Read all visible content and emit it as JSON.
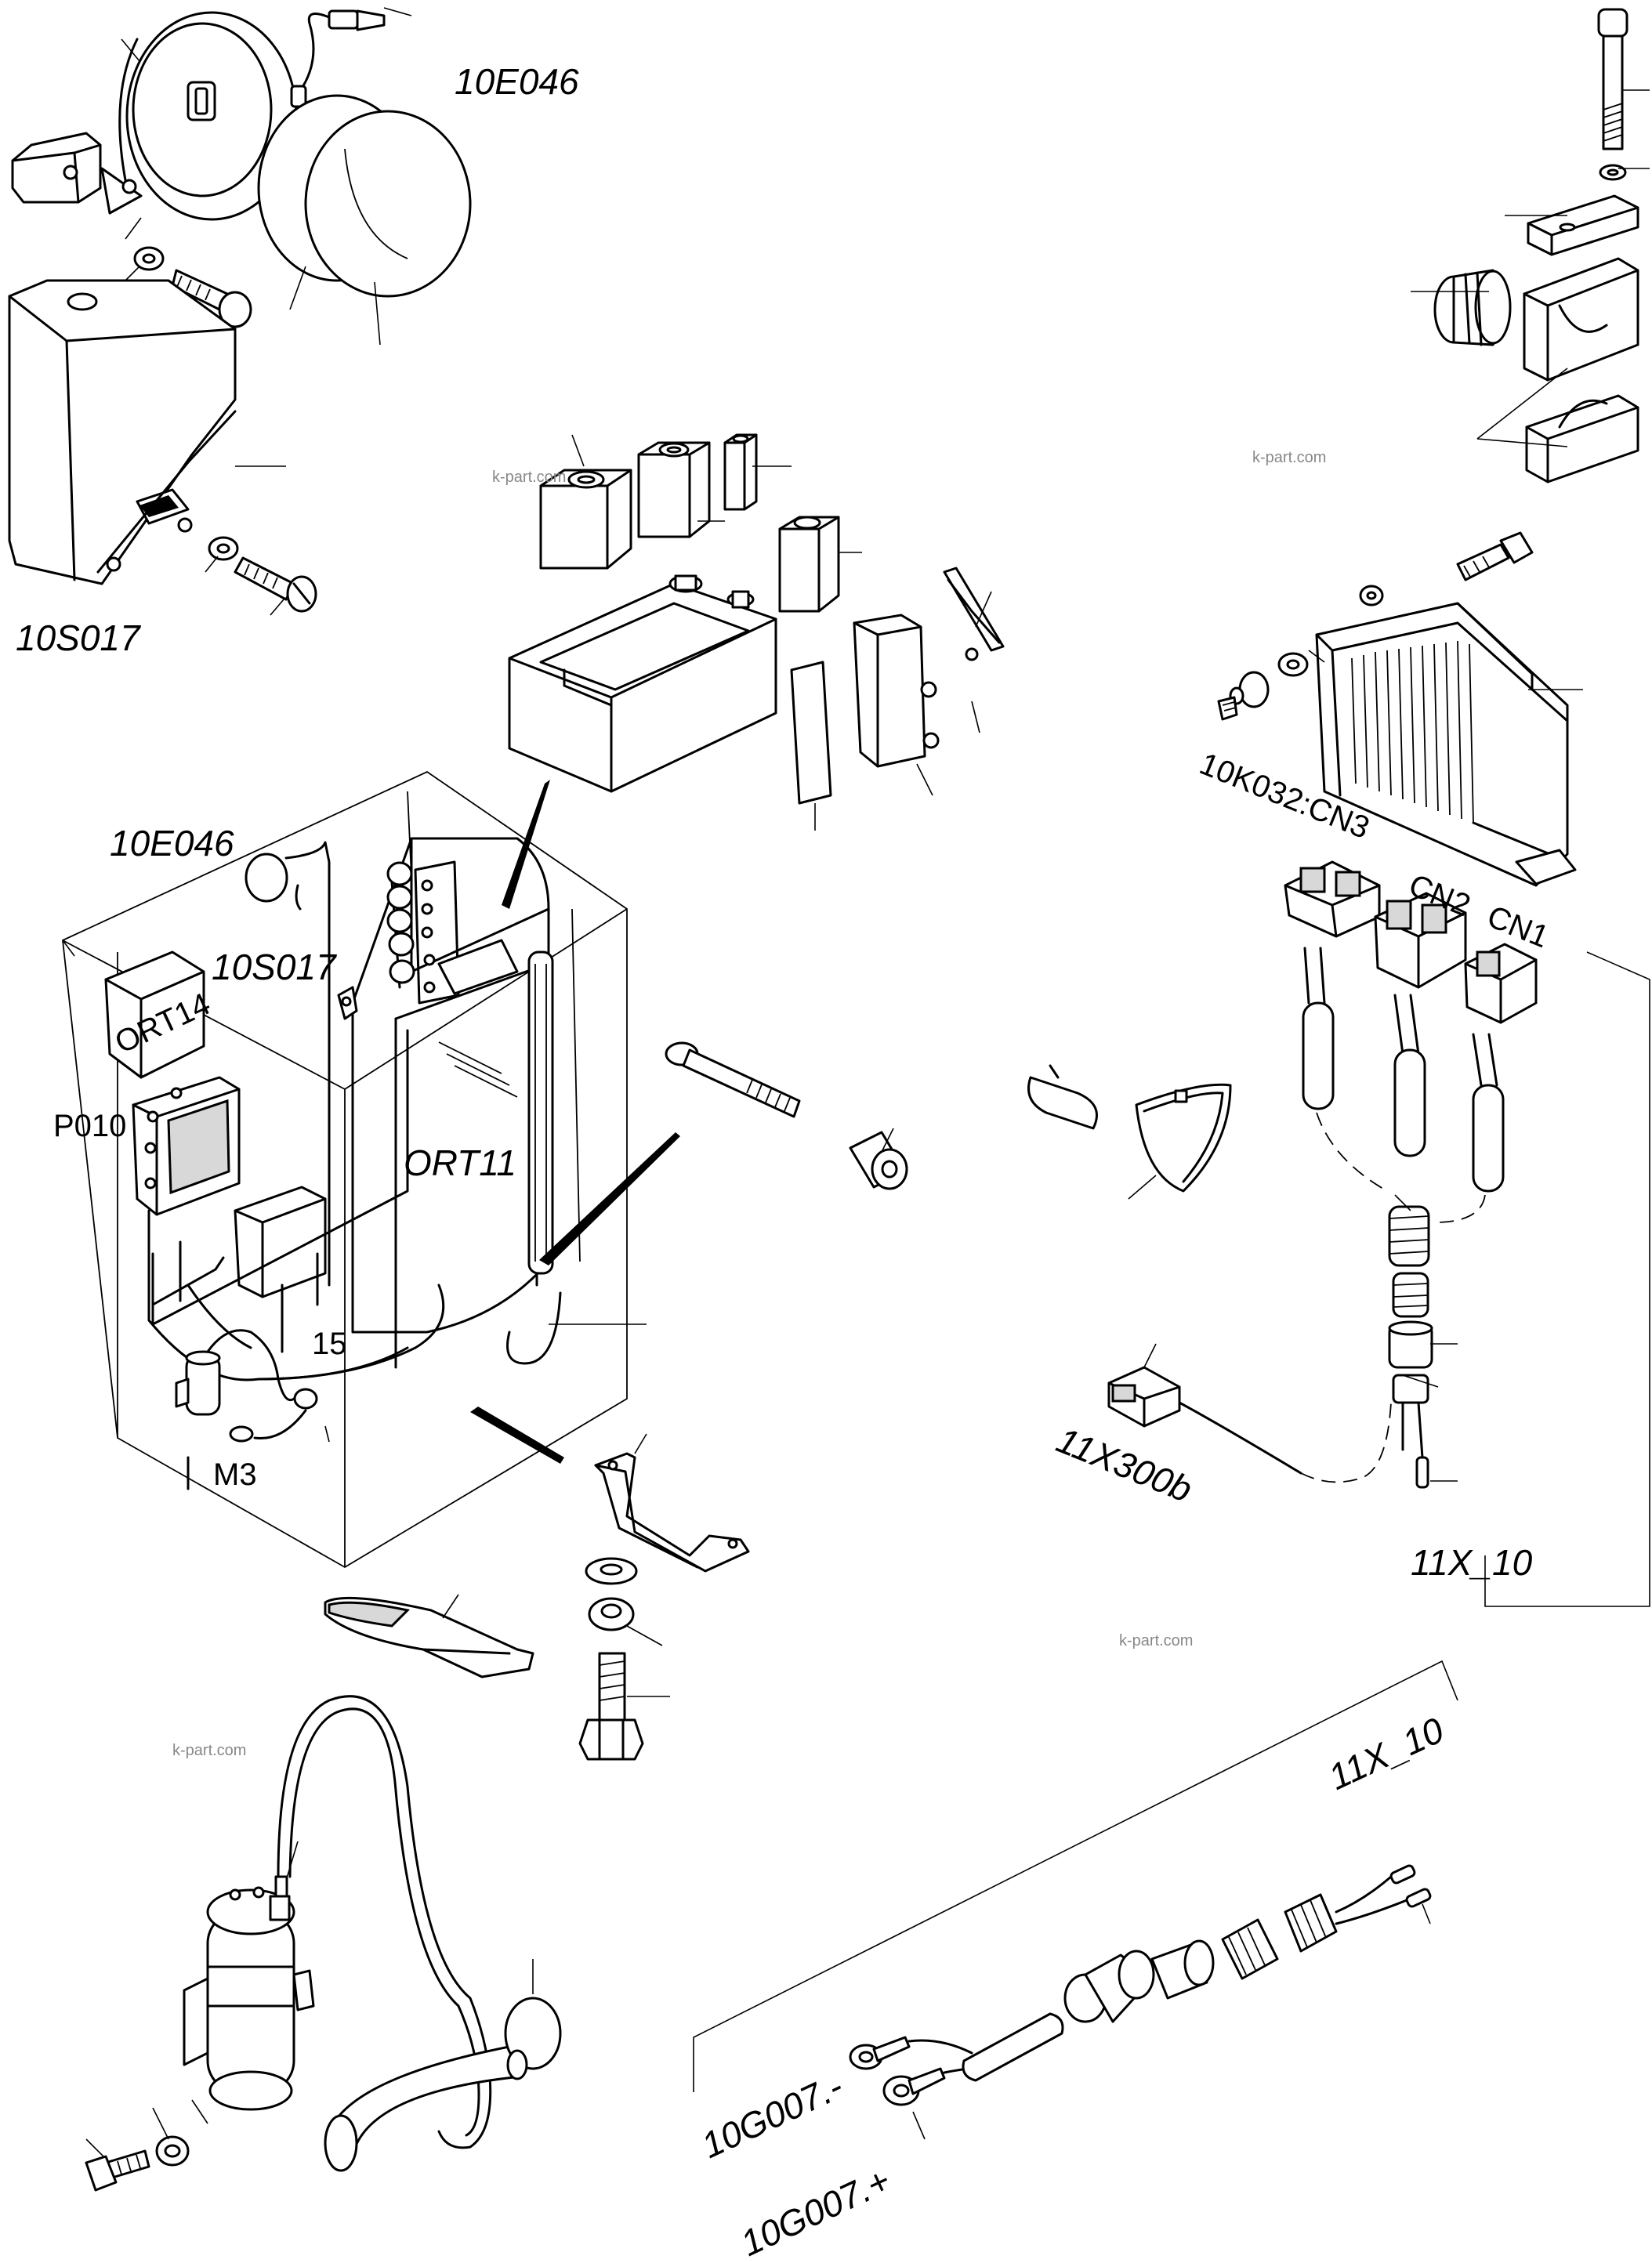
{
  "labels": {
    "horn_top": "10E046",
    "switch_left": "10S017",
    "horn_assembly": "10E046",
    "switch_assembly": "10S017",
    "module_ort14": "ORT14",
    "module_p010": "P010",
    "module_ort11": "ORT11",
    "callout_15": "15",
    "motor_m3": "M3",
    "connector_cn3": "10K032:CN3",
    "connector_cn2": "CN2",
    "connector_cn1": "CN1",
    "plug_11x300b": "11X300b",
    "plug_11x10_right": "11X_10",
    "plug_11x10_bottom": "11X_10",
    "battery_minus": "10G007.-",
    "battery_plus": "10G007.+"
  },
  "watermarks": [
    "k-part.com",
    "k-part.com",
    "k-part.com",
    "k-part.com"
  ],
  "colors": {
    "ink": "#000000",
    "paper": "#ffffff",
    "watermark": "#888888"
  }
}
